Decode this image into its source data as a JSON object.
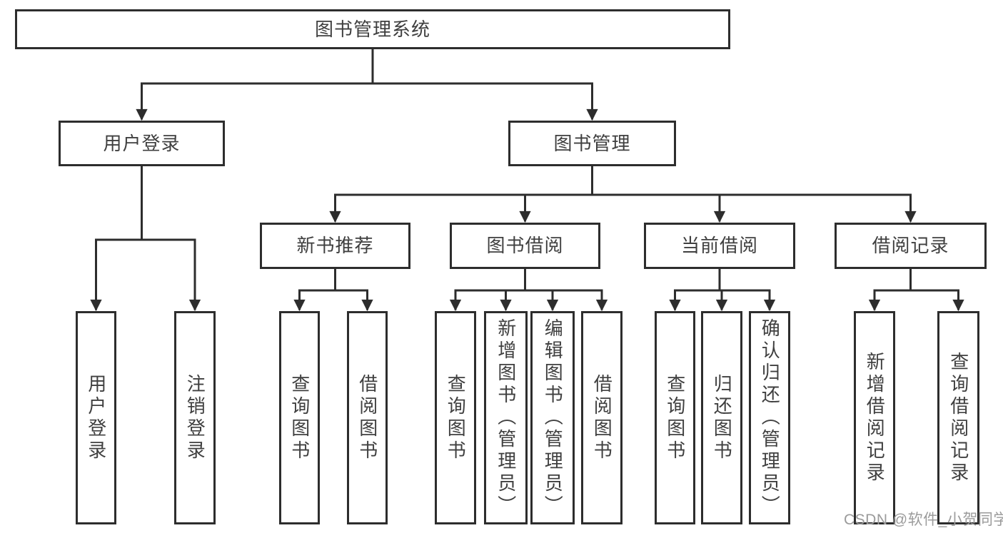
{
  "root": "图书管理系统",
  "user_login": {
    "label": "用户登录",
    "login": "用户登录",
    "logout": "注销登录"
  },
  "book_mgmt": {
    "label": "图书管理",
    "new_book_rec": {
      "label": "新书推荐",
      "query_book": "查询图书",
      "borrow_book": "借阅图书"
    },
    "book_borrow": {
      "label": "图书借阅",
      "query_book": "查询图书",
      "add_book": "新增图书（管理员）",
      "edit_book": "编辑图书（管理员）",
      "borrow_book": "借阅图书"
    },
    "current_borrow": {
      "label": "当前借阅",
      "query_book": "查询图书",
      "return_book": "归还图书",
      "confirm_return": "确认归还（管理员）"
    },
    "borrow_records": {
      "label": "借阅记录",
      "add_record": "新增借阅记录",
      "query_record": "查询借阅记录"
    }
  },
  "watermark": "CSDN @软件_小贺同学"
}
